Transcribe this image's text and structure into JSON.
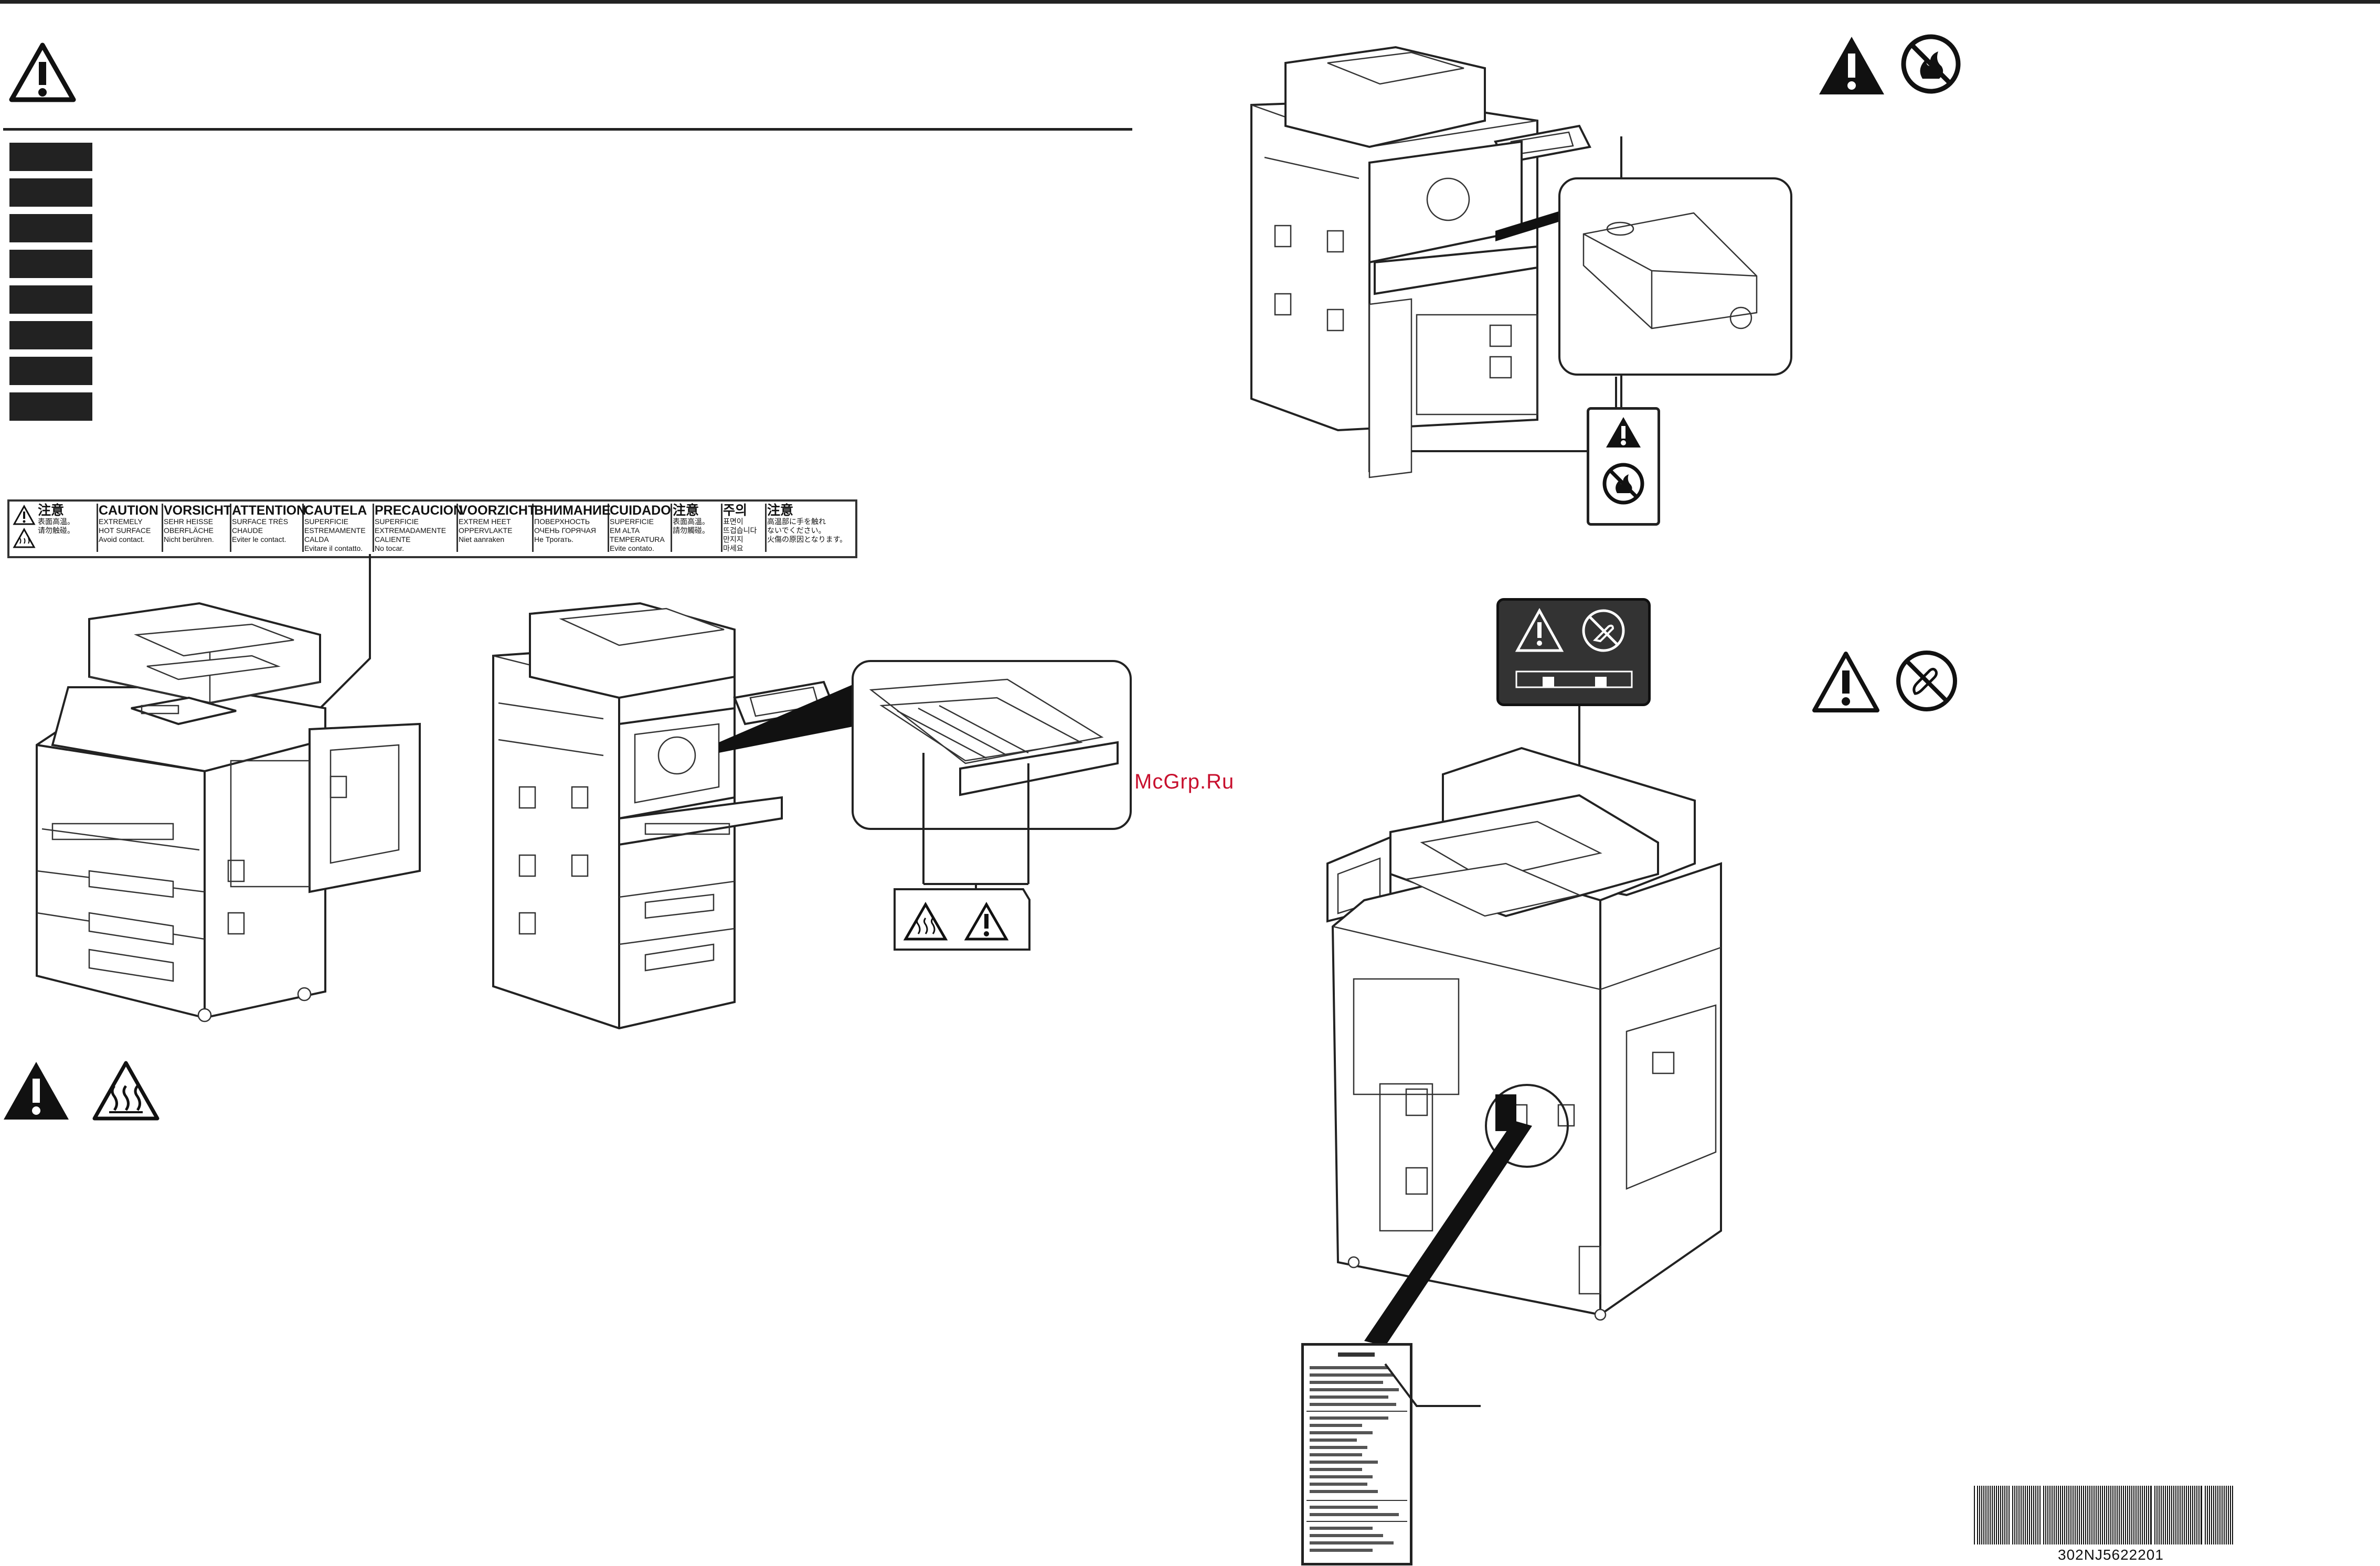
{
  "label": {
    "cells": [
      {
        "heading": "注意",
        "lines": [
          "表面高温。",
          "请勿触碰。"
        ]
      },
      {
        "heading": "CAUTION",
        "lines": [
          "EXTREMELY",
          "HOT SURFACE",
          "Avoid contact."
        ]
      },
      {
        "heading": "VORSICHT",
        "lines": [
          "SEHR HEISSE",
          "OBERFLÄCHE",
          "Nicht berühren."
        ]
      },
      {
        "heading": "ATTENTION",
        "lines": [
          "SURFACE TRÈS",
          "CHAUDE",
          "Eviter le contact."
        ]
      },
      {
        "heading": "CAUTELA",
        "lines": [
          "SUPERFICIE",
          "ESTREMAMENTE",
          "CALDA",
          "Evitare il contatto."
        ]
      },
      {
        "heading": "PRECAUCION",
        "lines": [
          "SUPERFICIE",
          "EXTREMADAMENTE",
          "CALIENTE",
          "No tocar."
        ]
      },
      {
        "heading": "VOORZICHT",
        "lines": [
          "EXTREM HEET",
          "OPPERVLAKTE",
          "Niet aanraken"
        ]
      },
      {
        "heading": "ВНИМАНИЕ",
        "lines": [
          "ПОВЕРХНОСТЬ",
          "ОЧЕНЬ ГОРЯЧАЯ",
          "Не Трогать."
        ]
      },
      {
        "heading": "CUIDADO",
        "lines": [
          "SUPERFICIE",
          "EM ALTA",
          "TEMPERATURA",
          "Evite contato."
        ]
      },
      {
        "heading": "注意",
        "lines": [
          "表面高溫。",
          "請勿觸碰。"
        ]
      },
      {
        "heading": "주의",
        "lines": [
          "표면이",
          "뜨겁습니다",
          "만지지",
          "마세요"
        ]
      },
      {
        "heading": "注意",
        "lines": [
          "高温部に手を触れ",
          "ないでください。",
          "火傷の原因となります。"
        ]
      }
    ]
  },
  "watermark": "McGrp.Ru",
  "barcode": {
    "number": "302NJ5622201"
  },
  "icons": {
    "warning": "warning-triangle-icon",
    "hot": "hot-surface-icon",
    "no_fire": "no-fire-icon",
    "no_touch": "no-touch-icon"
  },
  "colors": {
    "ink": "#222222",
    "watermark": "#c8102e"
  }
}
